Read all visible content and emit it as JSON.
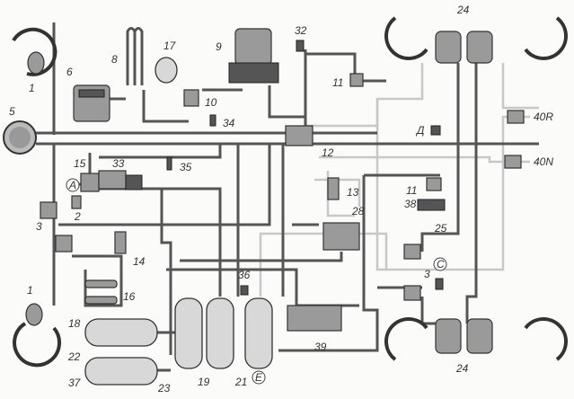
{
  "diagram": {
    "type": "pneumatic brake system schematic",
    "labels": [
      "1",
      "6",
      "8",
      "17",
      "9",
      "32",
      "11",
      "24",
      "5",
      "10",
      "34",
      "12",
      "Д",
      "40R",
      "40N",
      "15",
      "33",
      "35",
      "A",
      "2",
      "13",
      "11",
      "38",
      "25",
      "28",
      "3",
      "14",
      "16",
      "36",
      "C",
      "3",
      "1",
      "18",
      "19",
      "21",
      "E",
      "39",
      "22",
      "37",
      "23",
      "24"
    ],
    "colors": {
      "pipe_main": "#555555",
      "pipe_secondary": "#c8c8c8",
      "component": "#9a9a9a"
    }
  }
}
